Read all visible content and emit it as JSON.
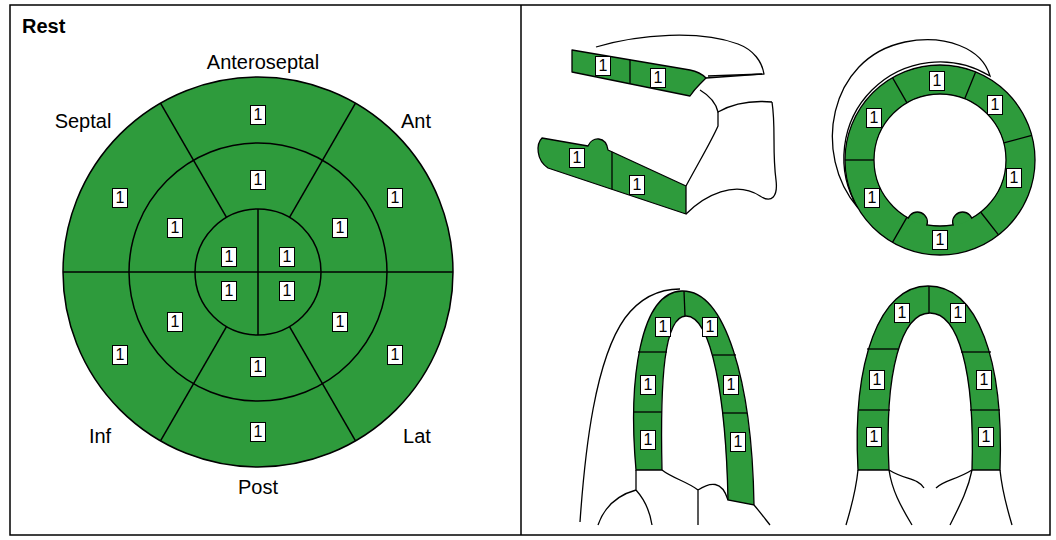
{
  "diagram": {
    "title": "Rest",
    "nodes": [
      {
        "text": [
          "1"
        ]
      },
      {
        "text": [
          "1"
        ]
      },
      {
        "text": [
          "1"
        ]
      },
      {
        "text": [
          "1"
        ]
      },
      {
        "text": [
          "1"
        ]
      },
      {
        "text": [
          "1"
        ]
      },
      {
        "text": [
          "1"
        ]
      },
      {
        "text": [
          "1"
        ]
      },
      {
        "text": [
          "1"
        ]
      },
      {
        "text": [
          "1"
        ]
      },
      {
        "text": [
          "1"
        ]
      },
      {
        "text": [
          "1"
        ]
      },
      {
        "text": [
          "1"
        ]
      },
      {
        "text": [
          "1"
        ]
      },
      {
        "text": [
          "1"
        ]
      },
      {
        "text": [
          "1"
        ]
      },
      {
        "text": [
          "1"
        ]
      },
      {
        "text": [
          "1"
        ]
      },
      {
        "text": [
          "1"
        ]
      },
      {
        "text": [
          "1"
        ]
      },
      {
        "text": [
          "1"
        ]
      },
      {
        "text": [
          "1"
        ]
      },
      {
        "text": [
          "1"
        ]
      },
      {
        "text": [
          "1"
        ]
      },
      {
        "text": [
          "1"
        ]
      },
      {
        "text": [
          "1"
        ]
      },
      {
        "text": [
          "1"
        ]
      },
      {
        "text": [
          "1"
        ]
      },
      {
        "text": [
          "1"
        ]
      },
      {
        "text": [
          "1"
        ]
      },
      {
        "text": [
          "1"
        ]
      },
      {
        "text": [
          "1"
        ]
      },
      {
        "text": [
          "1"
        ]
      },
      {
        "text": [
          "1"
        ]
      },
      {
        "text": [
          "1"
        ]
      },
      {
        "text": [
          "1"
        ]
      },
      {
        "text": [
          "1"
        ]
      },
      {
        "text": [
          "1"
        ]
      }
    ],
    "labels": [
      "Anteroseptal",
      "Septal",
      "Ant",
      "Inf",
      "Lat",
      "Post"
    ]
  }
}
